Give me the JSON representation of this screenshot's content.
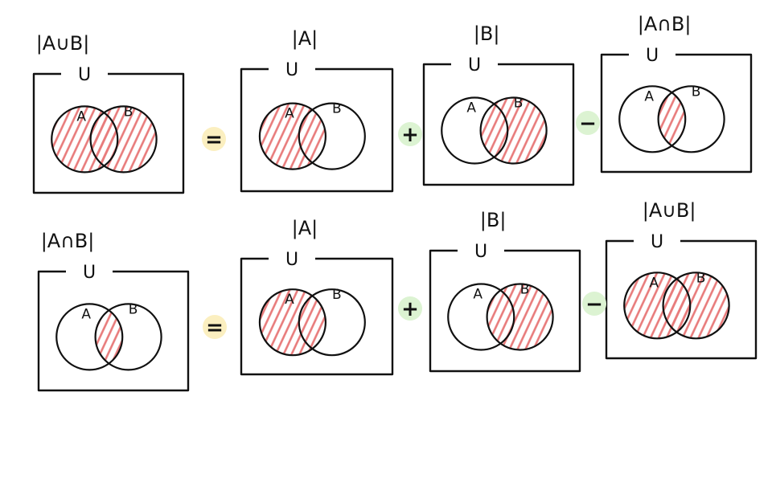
{
  "rows": [
    {
      "id": "union-formula",
      "diagrams": [
        {
          "label": "|A∪B|",
          "universe": "U",
          "set_a": "A",
          "set_b": "B",
          "shaded": "union"
        },
        {
          "label": "|A|",
          "universe": "U",
          "set_a": "A",
          "set_b": "B",
          "shaded": "a"
        },
        {
          "label": "|B|",
          "universe": "U",
          "set_a": "A",
          "set_b": "B",
          "shaded": "b"
        },
        {
          "label": "|A∩B|",
          "universe": "U",
          "set_a": "A",
          "set_b": "B",
          "shaded": "intersection"
        }
      ],
      "operators": [
        "=",
        "+",
        "−"
      ]
    },
    {
      "id": "intersection-formula",
      "diagrams": [
        {
          "label": "|A∩B|",
          "universe": "U",
          "set_a": "A",
          "set_b": "B",
          "shaded": "intersection"
        },
        {
          "label": "|A|",
          "universe": "U",
          "set_a": "A",
          "set_b": "B",
          "shaded": "a"
        },
        {
          "label": "|B|",
          "universe": "U",
          "set_a": "A",
          "set_b": "B",
          "shaded": "b"
        },
        {
          "label": "|A∪B|",
          "universe": "U",
          "set_a": "A",
          "set_b": "B",
          "shaded": "union"
        }
      ],
      "operators": [
        "=",
        "+",
        "−"
      ]
    }
  ],
  "colors": {
    "ink": "#111111",
    "hatch": "#e87b7b",
    "equals_badge": "#fbefc0",
    "plus_badge": "#dcf3d2",
    "minus_badge": "#dcf3d2"
  }
}
